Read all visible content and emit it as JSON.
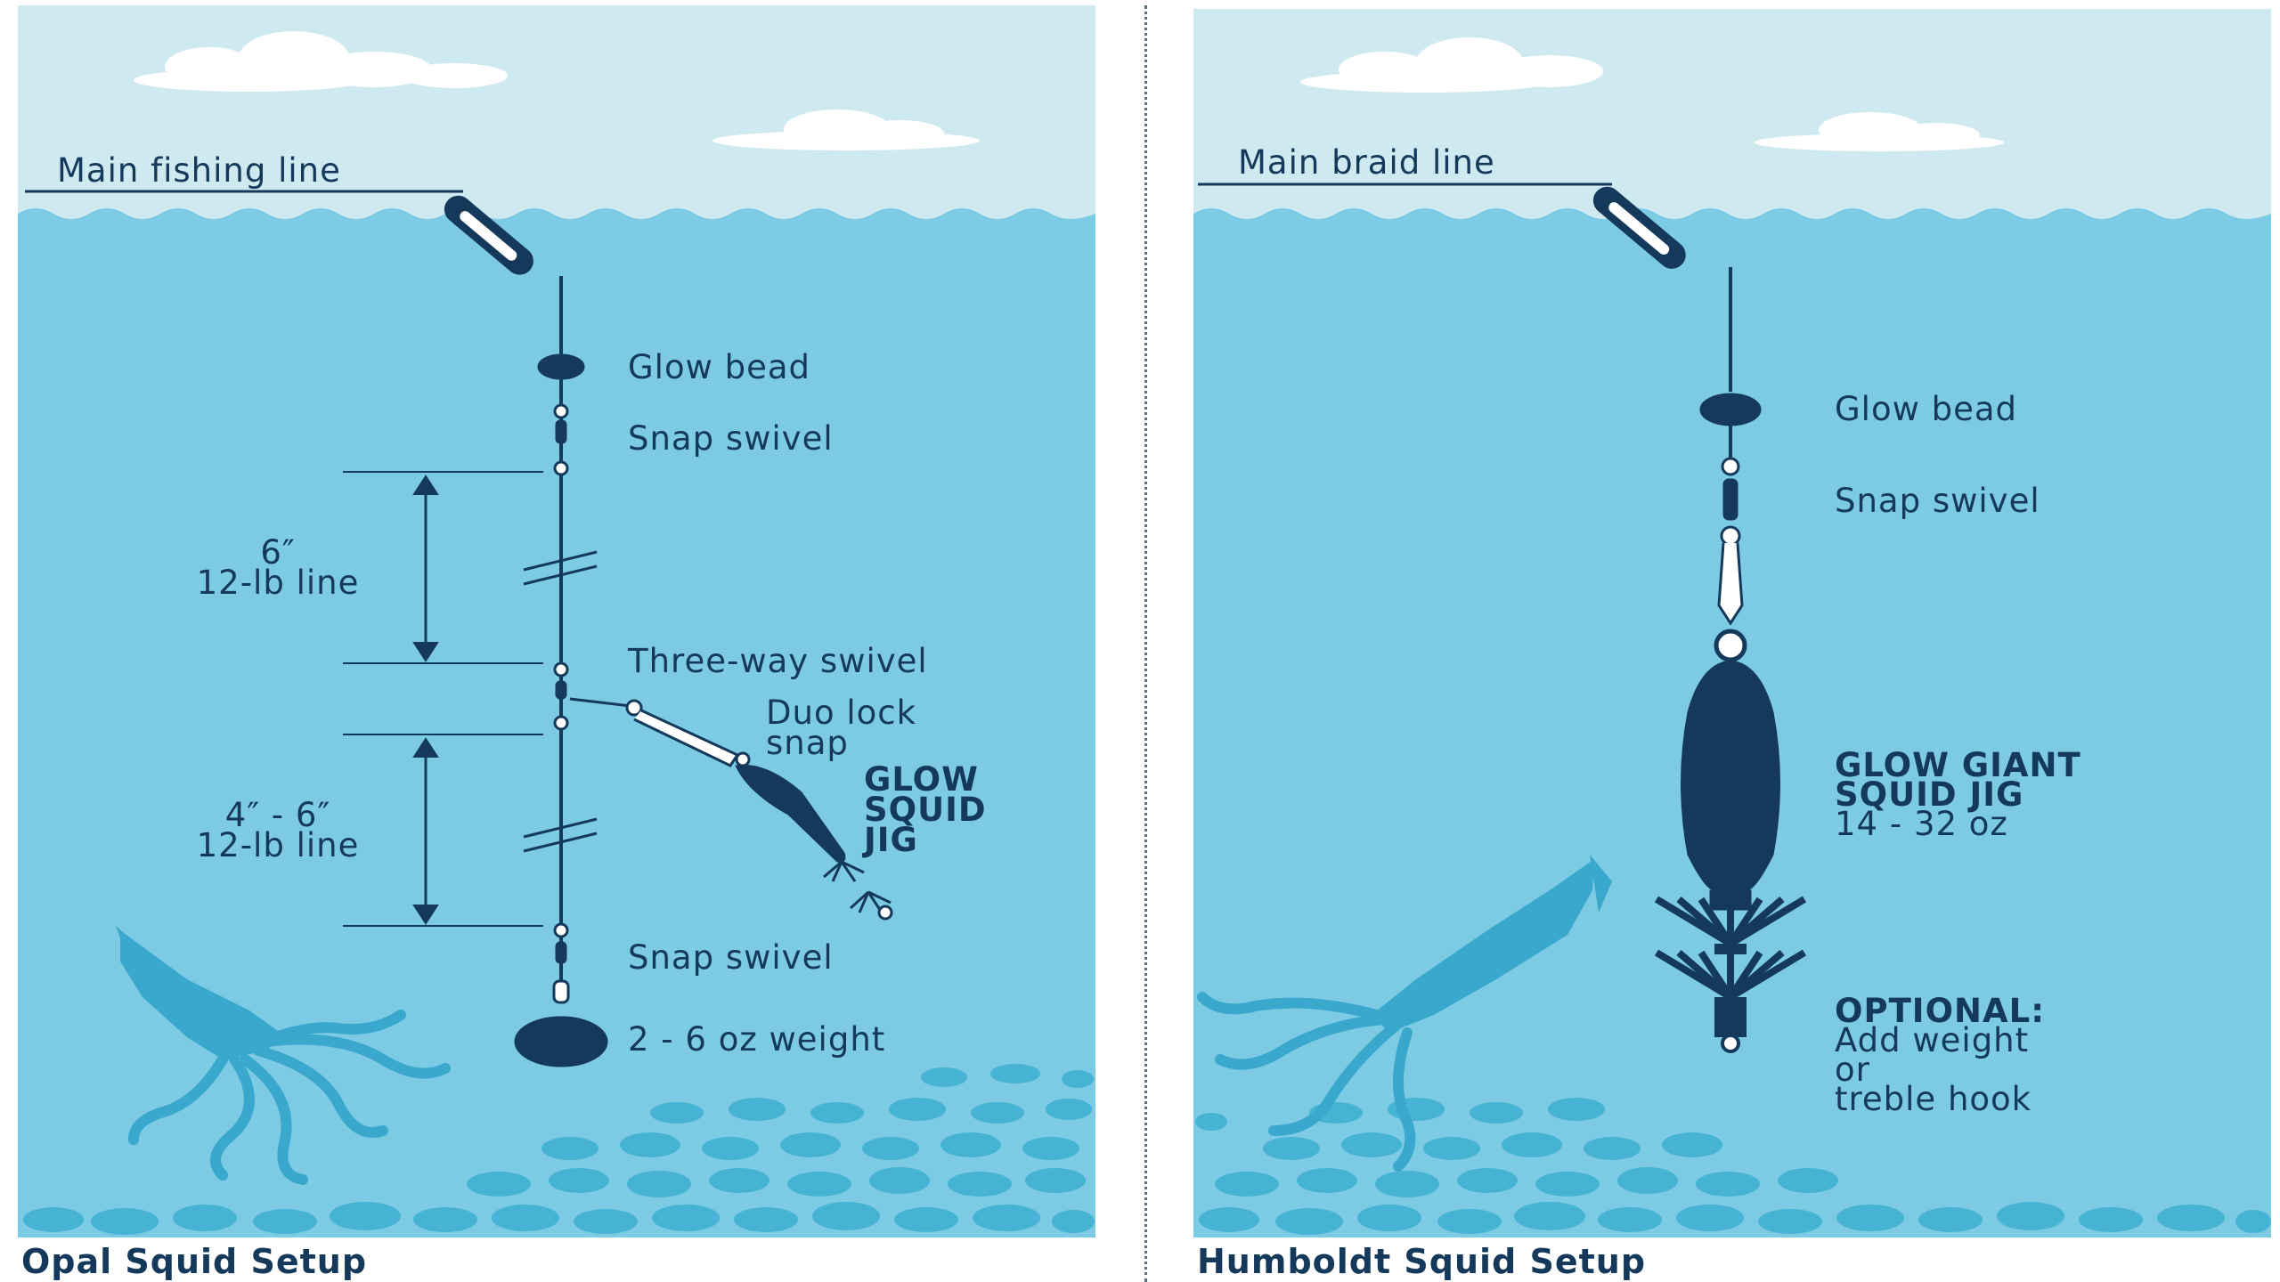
{
  "colors": {
    "sky": "#cfe9f1",
    "water": "#7ccae3",
    "rock": "#46b3d4",
    "squid": "#3aa7cc",
    "navy": "#14395a"
  },
  "left": {
    "caption": "Opal Squid Setup",
    "main_line": "Main fishing line",
    "glow_bead": "Glow bead",
    "snap_swivel_top": "Snap swivel",
    "upper_length": "6″",
    "upper_line": "12-lb line",
    "three_way_swivel": "Three-way swivel",
    "duo_lock_1": "Duo lock",
    "duo_lock_2": "snap",
    "jig_1": "GLOW",
    "jig_2": "SQUID",
    "jig_3": "JIG",
    "lower_length": "4″ - 6″",
    "lower_line": "12-lb line",
    "snap_swivel_bottom": "Snap swivel",
    "weight": "2 - 6 oz weight"
  },
  "right": {
    "caption": "Humboldt Squid Setup",
    "main_line": "Main braid line",
    "glow_bead": "Glow bead",
    "snap_swivel": "Snap swivel",
    "jig_1": "GLOW GIANT",
    "jig_2": "SQUID JIG",
    "jig_weight": "14 - 32 oz",
    "optional": "OPTIONAL:",
    "optional_1": "Add weight",
    "optional_2": "or",
    "optional_3": "treble hook"
  }
}
